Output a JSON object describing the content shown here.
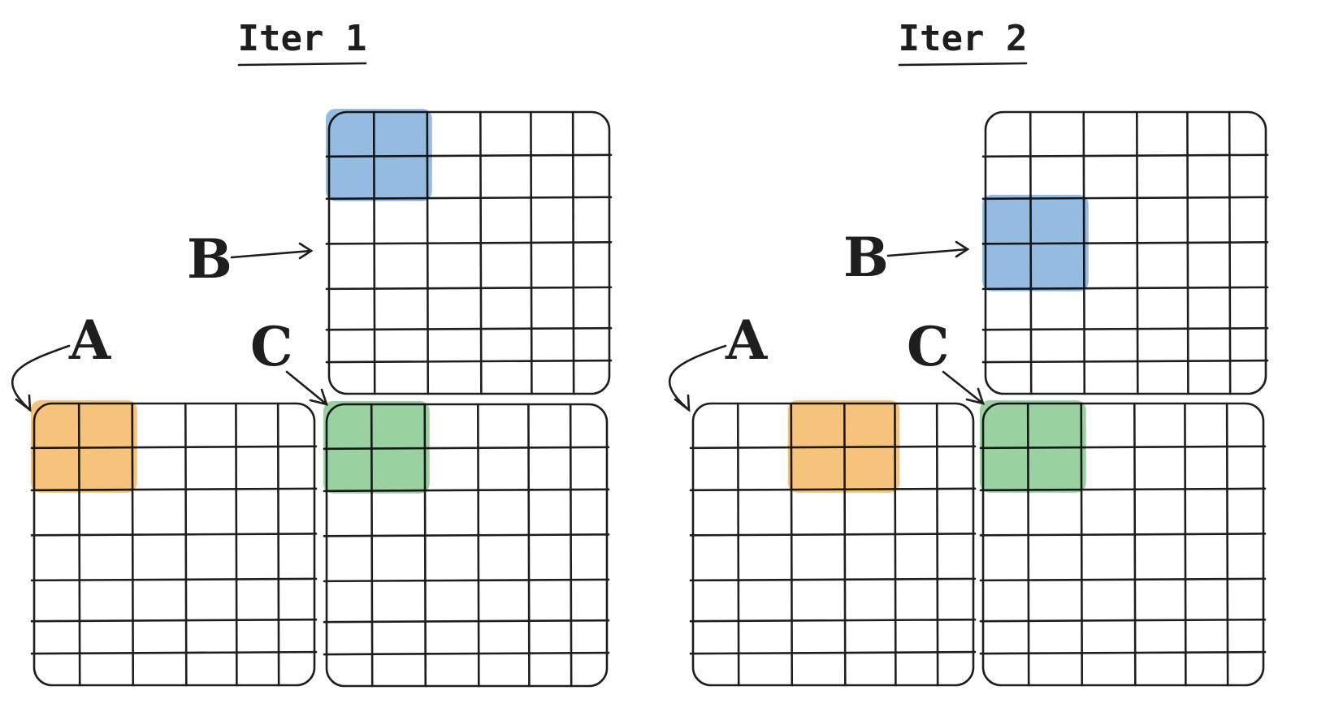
{
  "grid_size": {
    "rows": 7,
    "cols": 6
  },
  "iterations": [
    {
      "title": "Iter 1",
      "grids": [
        {
          "label": "B",
          "color": "#8ab4dd",
          "highlight": {
            "row": 0,
            "col": 0,
            "rows": 2,
            "cols": 2
          }
        },
        {
          "label": "A",
          "color": "#f5bd6e",
          "highlight": {
            "row": 0,
            "col": 0,
            "rows": 2,
            "cols": 2
          }
        },
        {
          "label": "C",
          "color": "#8fcc97",
          "highlight": {
            "row": 0,
            "col": 0,
            "rows": 2,
            "cols": 2
          }
        }
      ]
    },
    {
      "title": "Iter 2",
      "grids": [
        {
          "label": "B",
          "color": "#8ab4dd",
          "highlight": {
            "row": 2,
            "col": 0,
            "rows": 2,
            "cols": 2
          }
        },
        {
          "label": "A",
          "color": "#f5bd6e",
          "highlight": {
            "row": 0,
            "col": 2,
            "rows": 2,
            "cols": 2
          }
        },
        {
          "label": "C",
          "color": "#8fcc97",
          "highlight": {
            "row": 0,
            "col": 0,
            "rows": 2,
            "cols": 2
          }
        }
      ]
    }
  ]
}
